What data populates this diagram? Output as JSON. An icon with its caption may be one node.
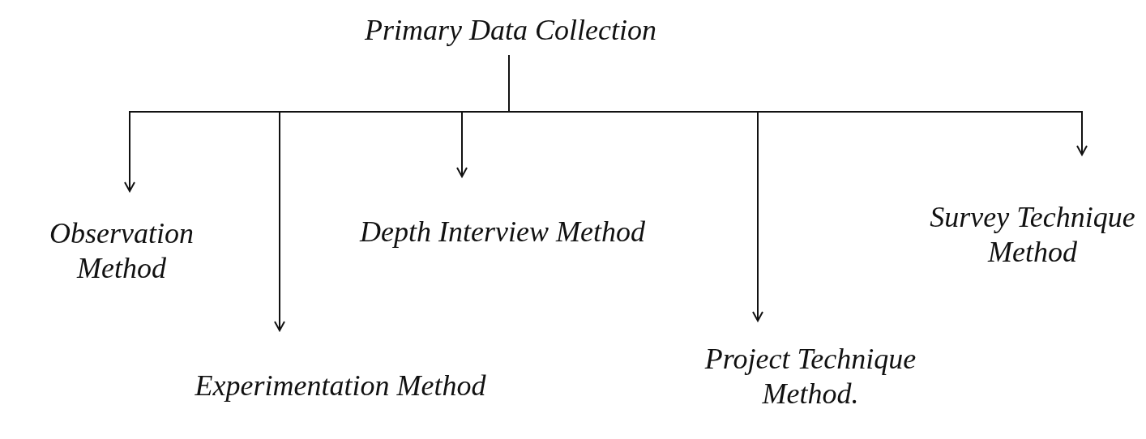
{
  "diagram": {
    "nodes": [
      {
        "text": [
          "Primary Data Collection"
        ]
      },
      {
        "text": [
          "Observation Method"
        ]
      },
      {
        "text": [
          "Experimentation Method"
        ]
      },
      {
        "text": [
          "Depth Interview Method"
        ]
      },
      {
        "text": [
          "Project Technique Method."
        ]
      },
      {
        "text": [
          "Survey Technique Method"
        ]
      }
    ],
    "edges": [
      {
        "from": 0,
        "to": 1,
        "arrow": "to"
      },
      {
        "from": 0,
        "to": 2,
        "arrow": "to"
      },
      {
        "from": 0,
        "to": 3,
        "arrow": "to"
      },
      {
        "from": 0,
        "to": 4,
        "arrow": "to"
      },
      {
        "from": 0,
        "to": 5,
        "arrow": "to"
      }
    ]
  }
}
